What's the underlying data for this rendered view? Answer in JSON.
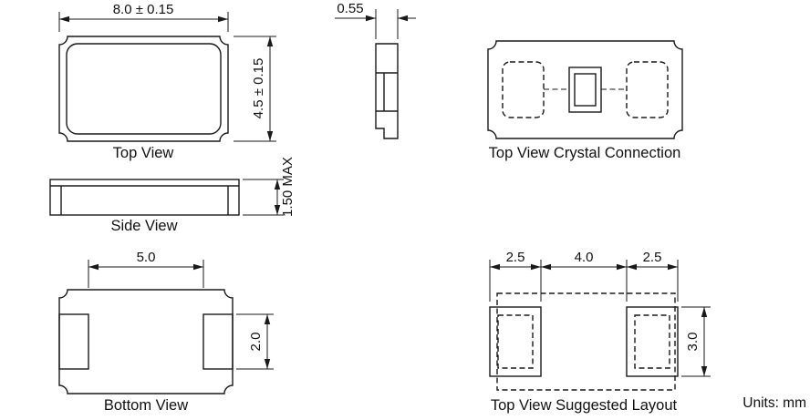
{
  "units_label": "Units: mm",
  "colors": {
    "ink": "#1a1a1a",
    "background": "#ffffff"
  },
  "views": {
    "top_view": {
      "label": "Top View",
      "dim_width": "8.0 ± 0.15",
      "dim_height": "4.5 ± 0.15"
    },
    "end_view": {
      "dim_thickness": "0.55"
    },
    "crystal_connection": {
      "label": "Top View Crystal Connection"
    },
    "side_view": {
      "label": "Side View",
      "dim_height": "1.50 MAX"
    },
    "bottom_view": {
      "label": "Bottom View",
      "dim_pad_span": "5.0",
      "dim_pad_height": "2.0"
    },
    "suggested_layout": {
      "label": "Top View Suggested Layout",
      "dim_pad_width_left": "2.5",
      "dim_gap": "4.0",
      "dim_pad_width_right": "2.5",
      "dim_pad_height": "3.0"
    }
  }
}
